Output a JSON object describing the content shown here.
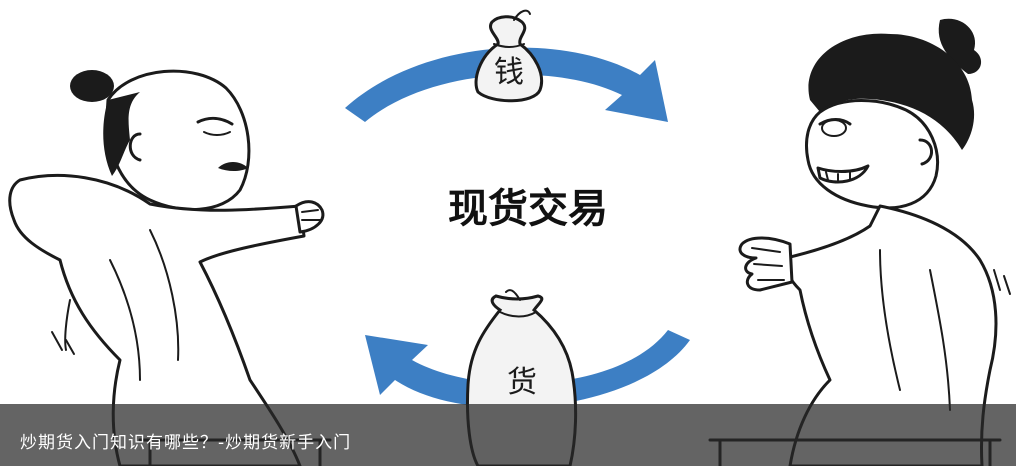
{
  "illustration": {
    "title": "现货交易",
    "top_bag_label": "钱",
    "bottom_bag_label": "货",
    "arrow_color": "#3d7fc4"
  },
  "caption": {
    "text": "炒期货入门知识有哪些？-炒期货新手入门"
  }
}
